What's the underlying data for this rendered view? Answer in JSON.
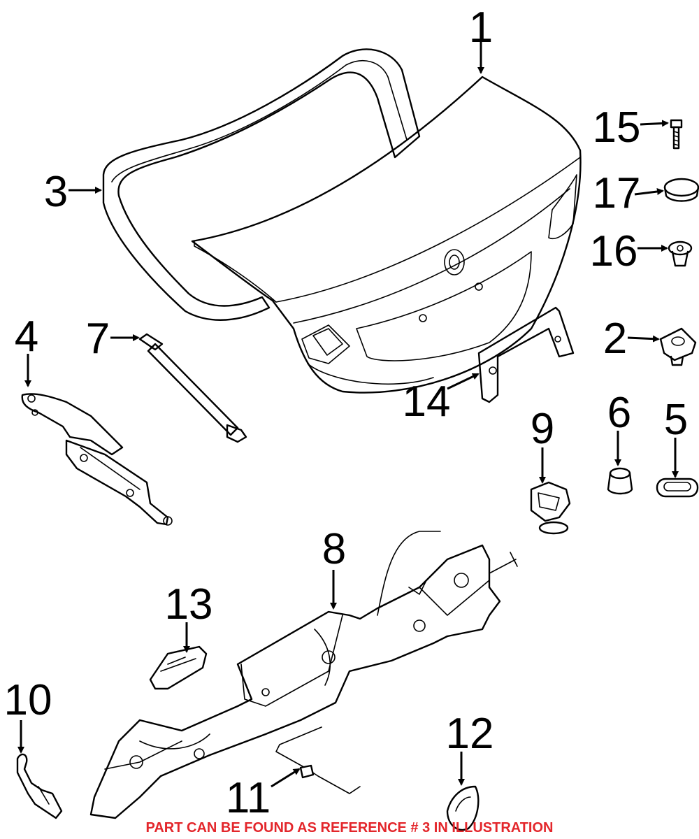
{
  "callouts": {
    "c1": "1",
    "c2": "2",
    "c3": "3",
    "c4": "4",
    "c5": "5",
    "c6": "6",
    "c7": "7",
    "c8": "8",
    "c9": "9",
    "c10": "10",
    "c11": "11",
    "c12": "12",
    "c13": "13",
    "c14": "14",
    "c15": "15",
    "c16": "16",
    "c17": "17"
  },
  "footer_note": "PART CAN BE FOUND AS REFERENCE # 3 IN ILLUSTRATION",
  "colors": {
    "line": "#000000",
    "note": "#e3262b",
    "background": "#ffffff"
  }
}
